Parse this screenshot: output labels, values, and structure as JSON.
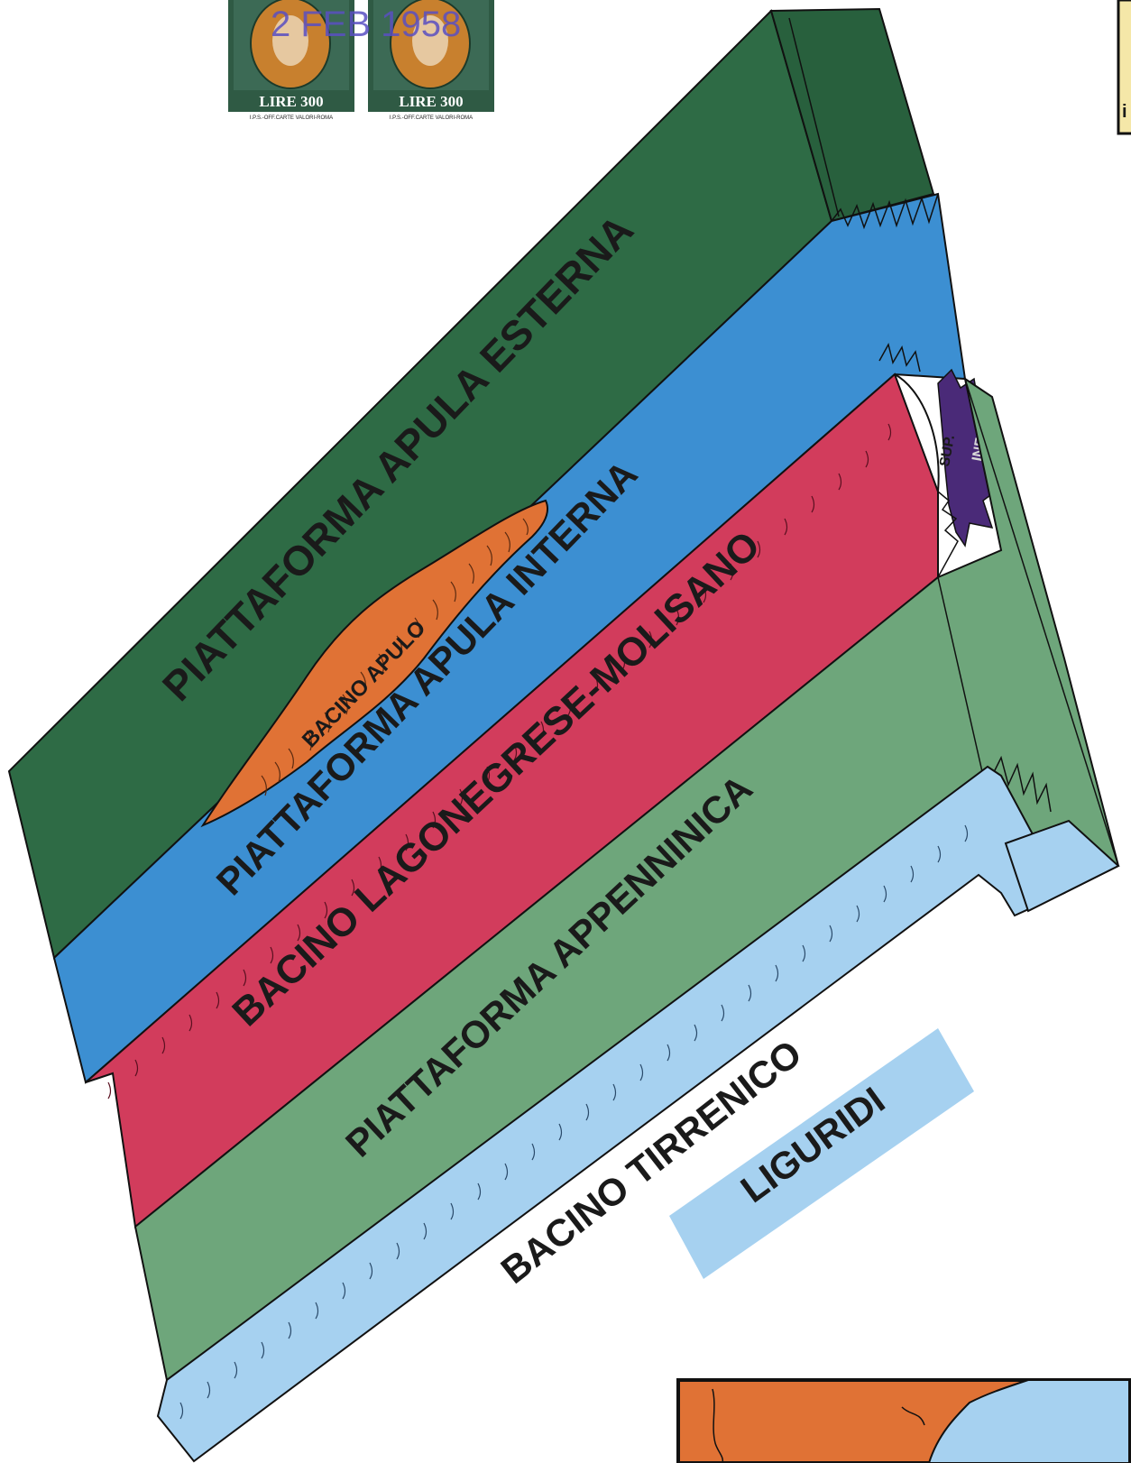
{
  "diagram": {
    "zones": {
      "piattaforma_apula_esterna": "PIATTAFORMA APULA ESTERNA",
      "bacino_apulo": "BACINO APULO",
      "piattaforma_apula_interna": "PIATTAFORMA APULA INTERNA",
      "bacino_lagonegrese_molisano": "BACINO LAGONEGRESE-MOLISANO",
      "piattaforma_appenninica": "PIATTAFORMA APPENNINICA",
      "bacino_tirrenico": "BACINO TIRRENICO",
      "liguridi": "LIGURIDI"
    },
    "lagonegrese_subdivisions": {
      "sup": "SUP.",
      "inf": "INF."
    },
    "colors": {
      "piattaforma_apula_esterna": "#2e6b45",
      "piattaforma_apula_esterna_side": "#28603d",
      "bacino_apulo": "#e07235",
      "piattaforma_apula_interna": "#3c8fd2",
      "bacino_lagonegrese_molisano": "#d23c5c",
      "lagonegrese_inferiore": "#4a2a78",
      "piattaforma_appenninica": "#6ea67b",
      "bacino_tirrenico": "#a6d1f0",
      "liguridi": "#a6d1f0"
    }
  },
  "stamps": [
    {
      "value": "LIRE 300",
      "printer": "I.P.S.-OFF.CARTE VALORI-ROMA"
    },
    {
      "value": "LIRE 300",
      "printer": "I.P.S.-OFF.CARTE VALORI-ROMA"
    }
  ],
  "postmark": "2 FEB 1958",
  "corner_box_label": "i"
}
